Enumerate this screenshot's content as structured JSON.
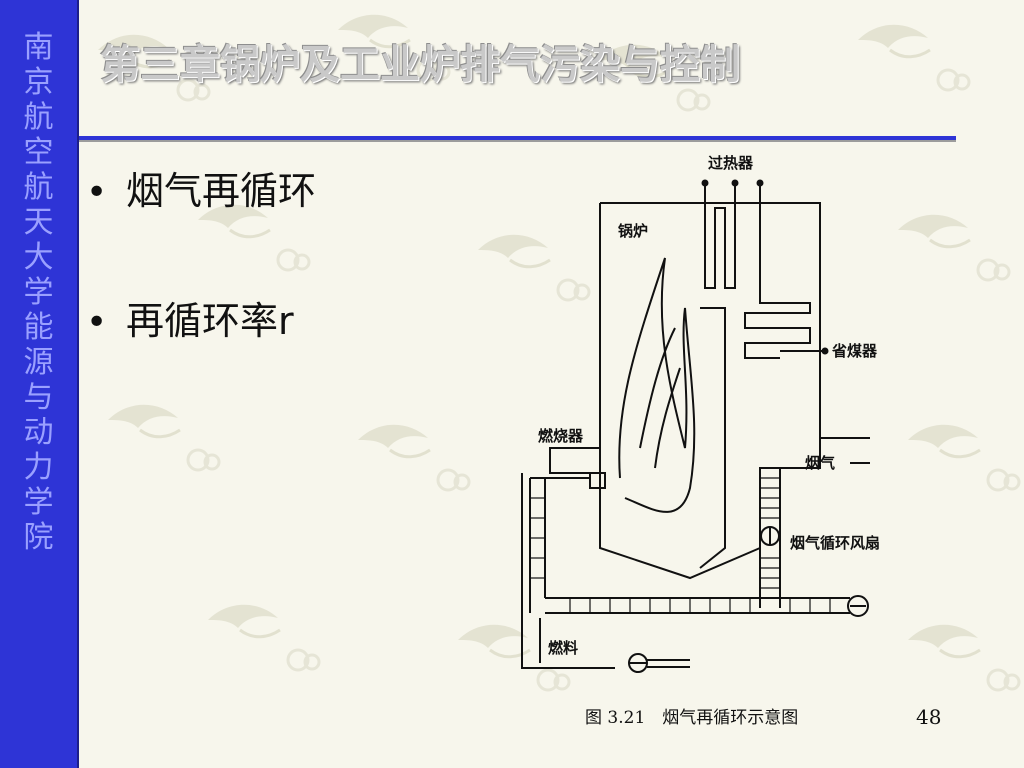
{
  "sidebar": {
    "institution": "南京航空航天大学能源与动力学院"
  },
  "slide": {
    "title": "第三章锅炉及工业炉排气污染与控制",
    "bullets": [
      {
        "text": "烟气再循环"
      },
      {
        "text": "再循环率",
        "suffix": "r"
      }
    ],
    "page_number": "48"
  },
  "figure": {
    "caption": "图 3.21　烟气再循环示意图",
    "labels": {
      "superheater": "过热器",
      "boiler": "锅炉",
      "economizer": "省煤器",
      "burner": "燃烧器",
      "flue_gas": "烟气",
      "recirc_fan": "烟气循环风扇",
      "fuel": "燃料"
    }
  },
  "colors": {
    "sidebar": "#2e34d6",
    "sidebar_text": "#9aa0ff",
    "rule": "#2e34d6"
  }
}
